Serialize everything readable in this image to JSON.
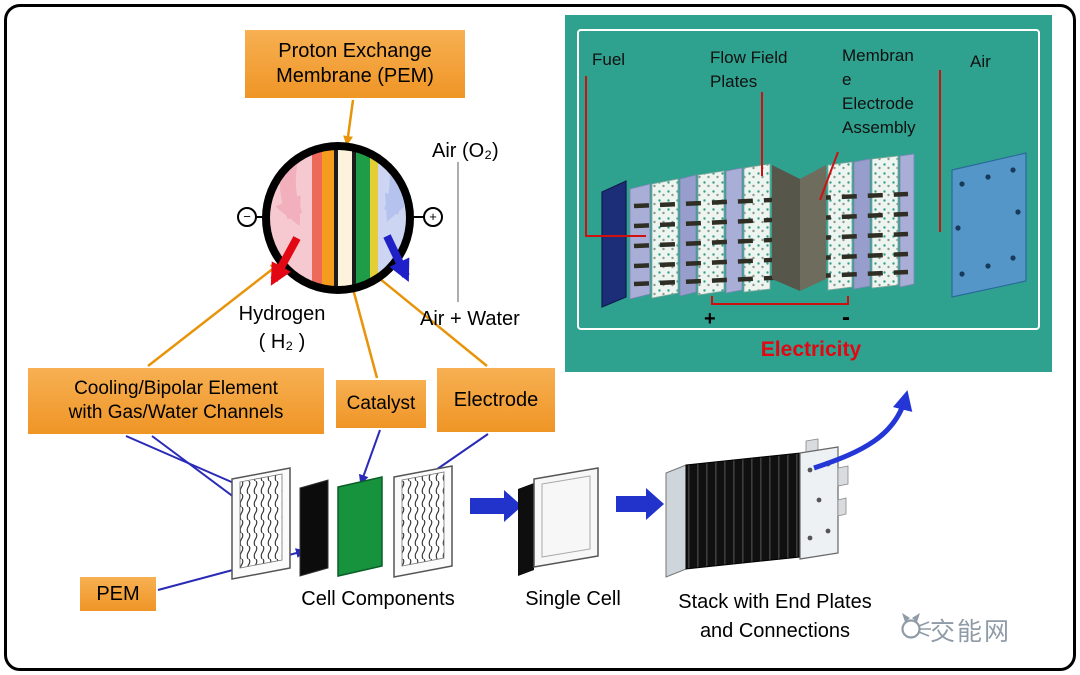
{
  "diagram": {
    "pem_box": {
      "line1": "Proton Exchange",
      "line2": "Membrane (PEM)"
    },
    "air_in": "Air (O₂)",
    "hydrogen": {
      "line1": "Hydrogen",
      "line2": "( H₂ )"
    },
    "air_water": "Air + Water",
    "cooling_box": {
      "line1": "Cooling/Bipolar Element",
      "line2": "with Gas/Water Channels"
    },
    "catalyst_box": "Catalyst",
    "electrode_box": "Electrode",
    "pem_small_box": "PEM",
    "captions": {
      "cell_components": "Cell Components",
      "single_cell": "Single Cell",
      "stack_line1": "Stack with End Plates",
      "stack_line2": "and  Connections"
    }
  },
  "inset": {
    "fuel": "Fuel",
    "flow_field": {
      "line1": "Flow Field",
      "line2": "Plates"
    },
    "mea_lines": [
      "Membran",
      "e",
      "Electrode",
      "Assembly"
    ],
    "air": "Air",
    "plus": "+",
    "minus": "-",
    "electricity": "Electricity"
  },
  "icons": {
    "negative_terminal": "−",
    "positive_terminal": "+"
  },
  "watermark": {
    "text": "交能网"
  },
  "colors": {
    "label_box_orange": "#F2A33C",
    "inset_teal": "#2EA28F",
    "electricity_red": "#E30613",
    "flow_arrow_blue": "#2233CC",
    "connector_orange": "#E8940A",
    "connector_blue": "#2A2AB8",
    "hydrogen_red": "#E30613",
    "membrane_green": "#1E9C47"
  }
}
